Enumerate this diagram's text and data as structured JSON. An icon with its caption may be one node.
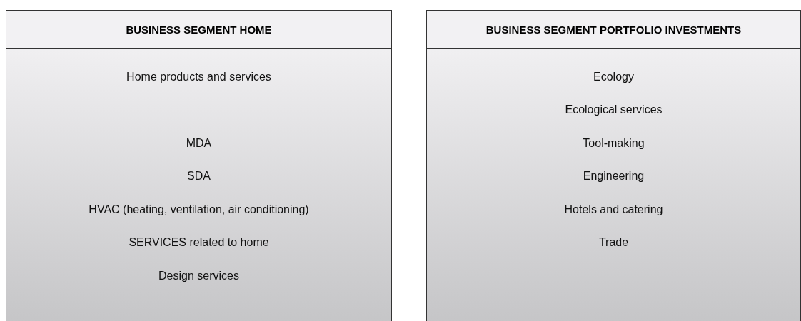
{
  "diagram": {
    "nodes": [
      {
        "text": [
          "BUSINESS SEGMENT HOME",
          "Home products and services",
          "MDA",
          "SDA",
          "HVAC (heating, ventilation, air conditioning)",
          "SERVICES related to home",
          "Design services"
        ]
      },
      {
        "text": [
          "BUSINESS SEGMENT PORTFOLIO INVESTMENTS",
          "Ecology",
          "Ecological services",
          "Tool-making",
          "Engineering",
          "Hotels and catering",
          "Trade"
        ]
      }
    ]
  }
}
